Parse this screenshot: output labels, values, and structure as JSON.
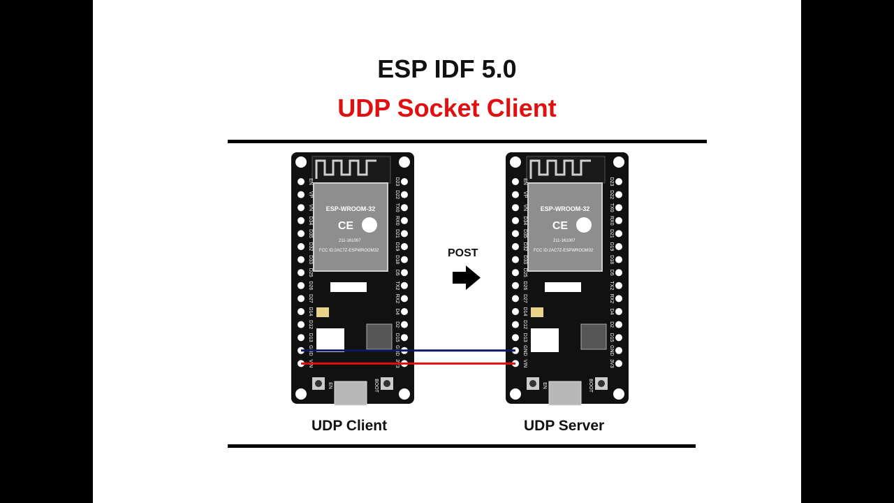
{
  "slide": {
    "title": "ESP IDF 5.0",
    "subtitle": "UDP Socket Client",
    "title_color": "#111111",
    "subtitle_color": "#e01010"
  },
  "diagram": {
    "arrow_label": "POST",
    "arrow_icon": "right-arrow-icon",
    "boards": [
      {
        "caption": "UDP Client",
        "module_label": "ESP-WROOM-32",
        "fcc_text": "FCC ID:2AC7Z-ESPWROOM32",
        "cert_text": "211-161007",
        "left_pins": [
          "EN",
          "VP",
          "VN",
          "D34",
          "D35",
          "D32",
          "D33",
          "D25",
          "D26",
          "D27",
          "D14",
          "D12",
          "D13",
          "GND",
          "VIN"
        ],
        "right_pins": [
          "D23",
          "D22",
          "TX0",
          "RX0",
          "D21",
          "D19",
          "D18",
          "D5",
          "TX2",
          "RX2",
          "D4",
          "D2",
          "D15",
          "GND",
          "3V3"
        ],
        "button_left": "EN",
        "button_right": "BOOT"
      },
      {
        "caption": "UDP Server",
        "module_label": "ESP-WROOM-32",
        "fcc_text": "FCC ID:2AC7Z-ESPWROOM32",
        "cert_text": "211-161007",
        "left_pins": [
          "EN",
          "VP",
          "VN",
          "D34",
          "D35",
          "D32",
          "D33",
          "D25",
          "D26",
          "D27",
          "D14",
          "D12",
          "D13",
          "GND",
          "VIN"
        ],
        "right_pins": [
          "D23",
          "D22",
          "TX0",
          "RX0",
          "D21",
          "D19",
          "D18",
          "D5",
          "TX2",
          "RX2",
          "D4",
          "D2",
          "D15",
          "GND",
          "3V3"
        ],
        "button_left": "EN",
        "button_right": "BOOT"
      }
    ],
    "wires": [
      {
        "from": "GND",
        "to": "GND",
        "color": "#0a1a5a"
      },
      {
        "from": "VIN",
        "to": "VIN",
        "color": "#e01010"
      }
    ]
  }
}
